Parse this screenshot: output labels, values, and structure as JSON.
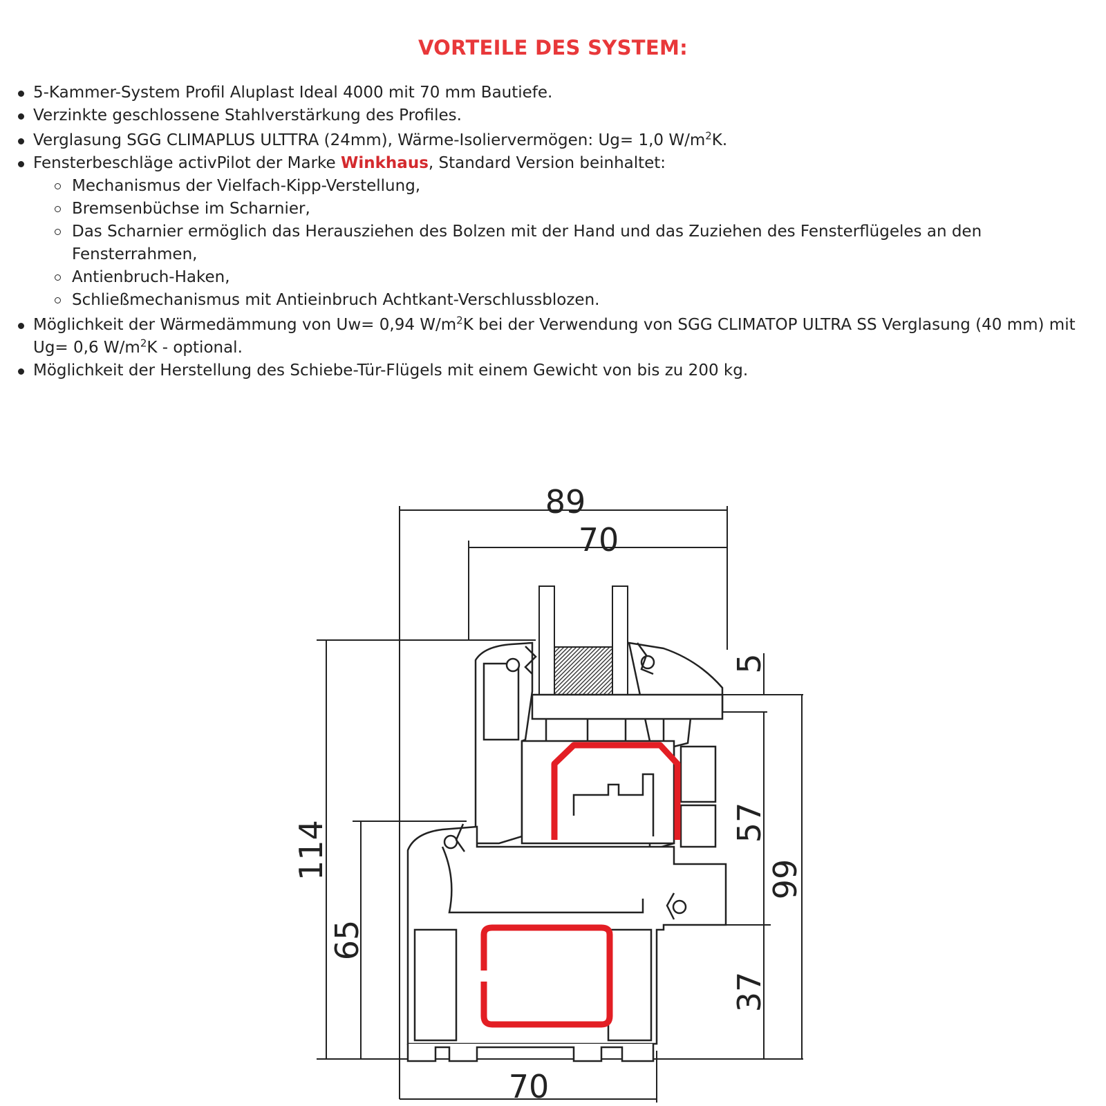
{
  "title": "VORTEILE DES SYSTEM:",
  "bullets": {
    "b1": "5-Kammer-System Profil Aluplast Ideal 4000 mit 70 mm Bautiefe.",
    "b2": "Verzinkte geschlossene Stahlverstärkung des Profiles.",
    "b3_pre": "Verglasung SGG CLIMAPLUS ULTTRA (24mm), Wärme-Isoliervermögen: Ug= 1,0 W/m",
    "b3_sup": "2",
    "b3_post": "K.",
    "b4_pre": "Fensterbeschläge activPilot der Marke ",
    "b4_brand": "Winkhaus",
    "b4_post": ", Standard Version beinhaltet:",
    "sub": [
      "Mechanismus der Vielfach-Kipp-Verstellung,",
      "Bremsenbüchse im Scharnier,",
      "Das Scharnier ermöglich das Herausziehen des Bolzen mit der Hand und das Zuziehen des Fensterflügeles an den Fensterrahmen,",
      "Antienbruch-Haken,",
      "Schließmechanismus mit Antieinbruch Achtkant-Verschlussblozen."
    ],
    "b5_pre": "Möglichkeit der Wärmedämmung von Uw= 0,94 W/m",
    "b5_sup1": "2",
    "b5_mid": "K bei der Verwendung von SGG CLIMATOP ULTRA SS Verglasung (40 mm) mit Ug= 0,6 W/m",
    "b5_sup2": "2",
    "b5_post": "K - optional.",
    "b6": "Möglichkeit der Herstellung des Schiebe-Tür-Flügels mit einem Gewicht von bis zu 200 kg."
  },
  "dimensions": {
    "top_89": "89",
    "top_70": "70",
    "bottom_70": "70",
    "left_114": "114",
    "left_65": "65",
    "right_5": "5",
    "right_57": "57",
    "right_99": "99",
    "right_37": "37"
  },
  "colors": {
    "title": "#e8383a",
    "brand": "#d42a2e",
    "reinforcement": "#e31e24",
    "line": "#222222"
  }
}
